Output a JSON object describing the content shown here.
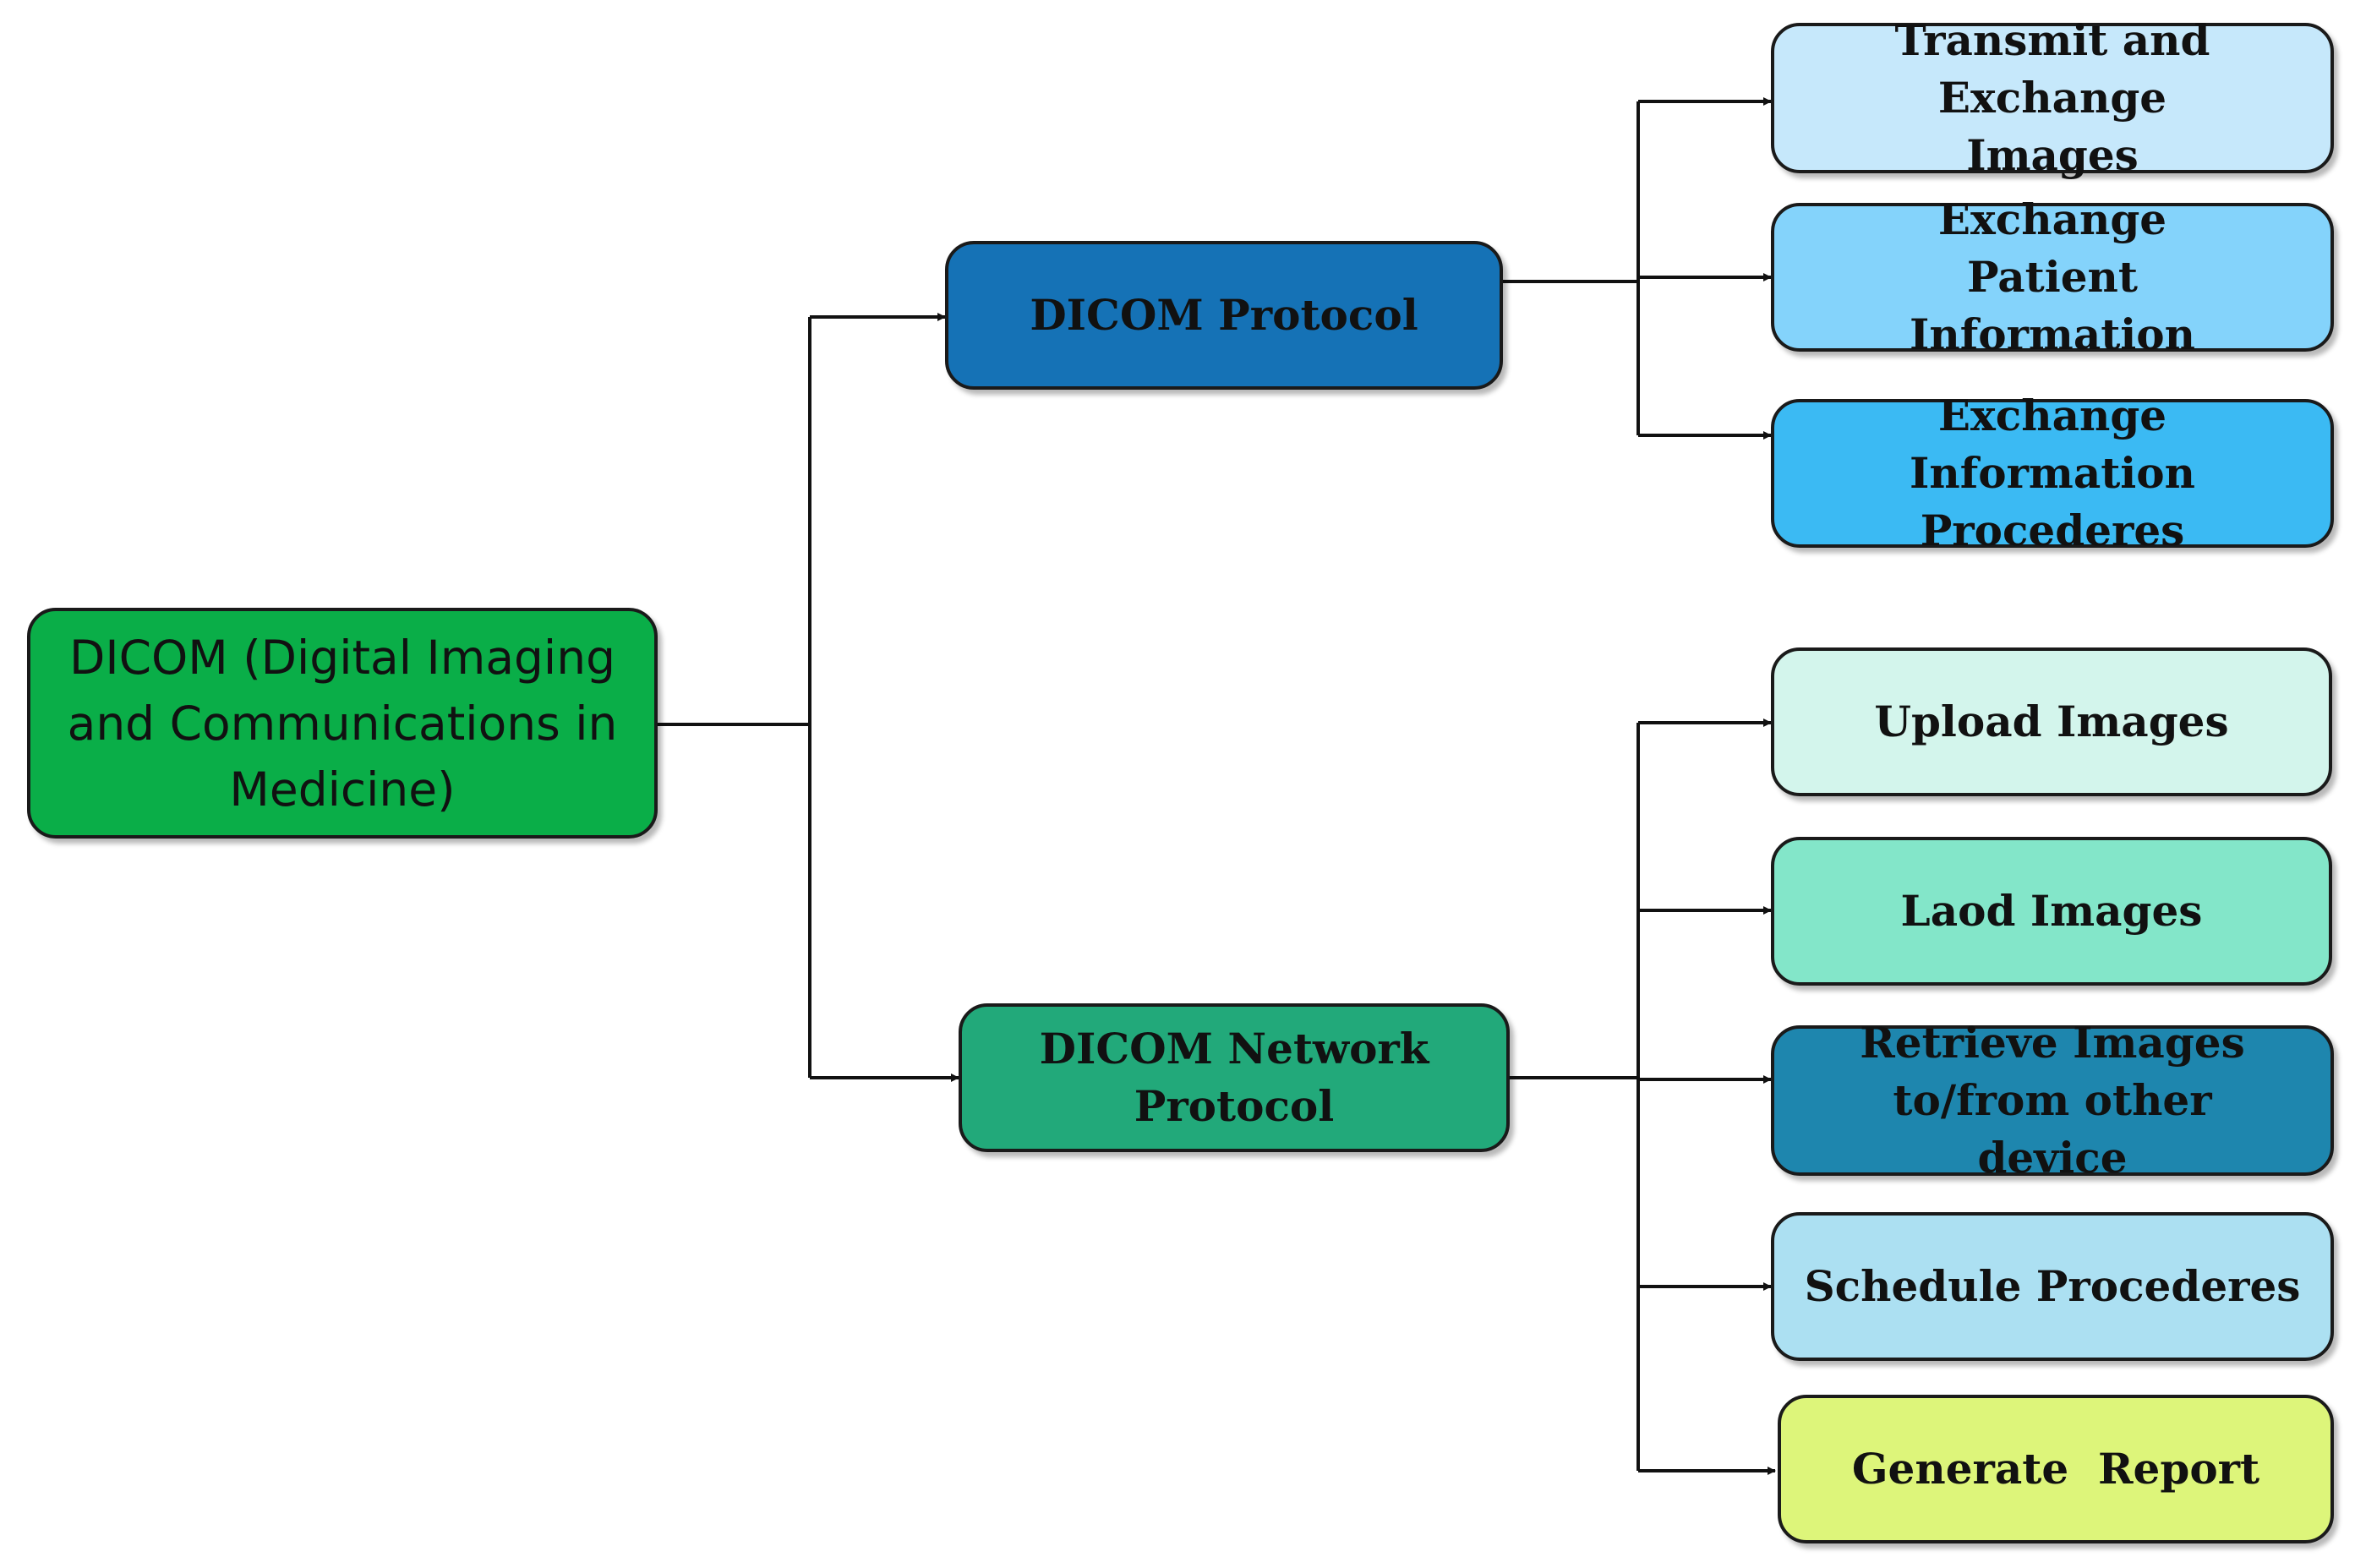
{
  "root": {
    "label": "DICOM (Digital Imaging and Communications in Medicine)",
    "color": "#0aae48"
  },
  "branches": [
    {
      "label": "DICOM Protocol",
      "color": "#1572b6",
      "children": [
        {
          "label": "Transmit and Exchange Images",
          "color": "#c6e8fb"
        },
        {
          "label": "Exchange Patient Information",
          "color": "#84d3fb"
        },
        {
          "label": "Exchange Information Procederes",
          "color": "#3bbaf3"
        }
      ]
    },
    {
      "label": "DICOM Network Protocol",
      "color": "#22a97a",
      "children": [
        {
          "label": "Upload Images",
          "color": "#d3f5ec"
        },
        {
          "label": "Laod Images",
          "color": "#83e6c9"
        },
        {
          "label": "Retrieve Images to/from other device",
          "color": "#1e86ae"
        },
        {
          "label": "Schedule Procederes",
          "color": "#ace0f2"
        },
        {
          "label": "Generate  Report",
          "color": "#ddf57a"
        }
      ]
    }
  ]
}
